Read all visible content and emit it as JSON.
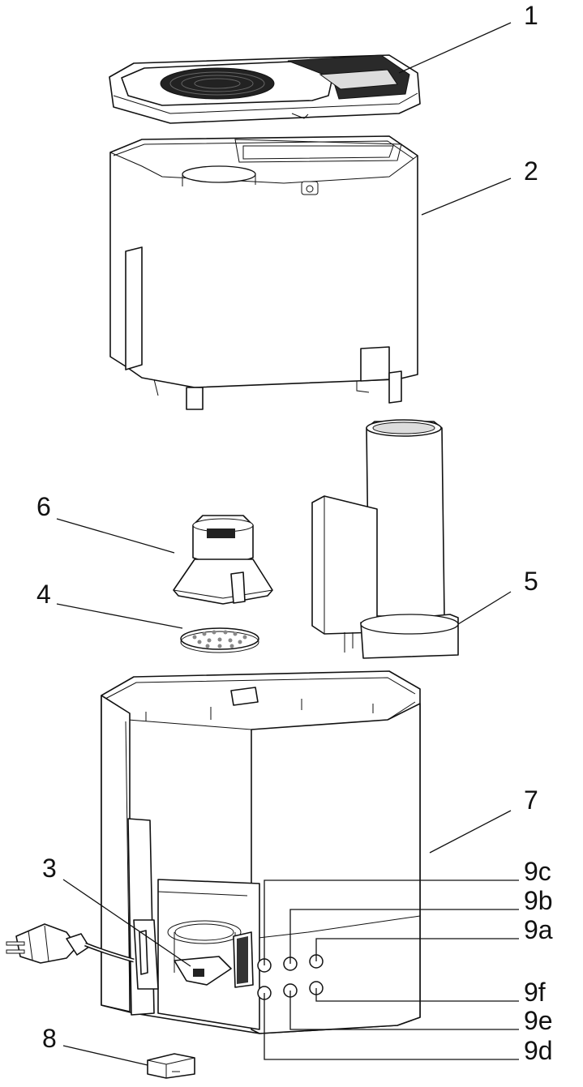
{
  "callouts": {
    "c1": "1",
    "c2": "2",
    "c3": "3",
    "c4": "4",
    "c5": "5",
    "c6": "6",
    "c7": "7",
    "c8": "8",
    "c9a": "9a",
    "c9b": "9b",
    "c9c": "9c",
    "c9d": "9d",
    "c9e": "9e",
    "c9f": "9f"
  }
}
